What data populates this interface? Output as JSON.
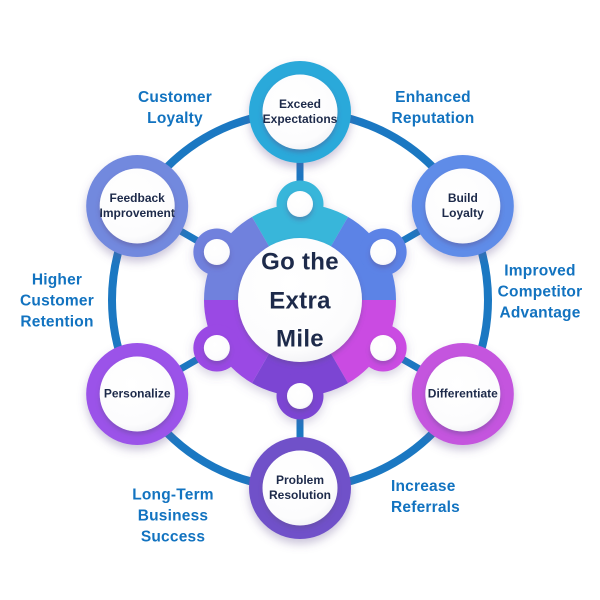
{
  "diagram": {
    "title": "Go the\nExtra\nMile",
    "colors": {
      "connector": "#1b78c2",
      "label_text": "#1273c0",
      "dark_text": "#1d2a4a"
    },
    "nodes": [
      {
        "id": "exceed-expectations",
        "label": "Exceed\nExpectations",
        "angle": 90,
        "ring_color": "#2ba9da",
        "segment_color": "#38b6da"
      },
      {
        "id": "build-loyalty",
        "label": "Build\nLoyalty",
        "angle": 30,
        "ring_color": "#5f8ce8",
        "segment_color": "#5b83e6"
      },
      {
        "id": "differentiate",
        "label": "Differentiate",
        "angle": -30,
        "ring_color": "#c455de",
        "segment_color": "#ca4ce2"
      },
      {
        "id": "problem-resolution",
        "label": "Problem\nResolution",
        "angle": -90,
        "ring_color": "#6f51c9",
        "segment_color": "#7b45d3"
      },
      {
        "id": "personalize",
        "label": "Personalize",
        "angle": 210,
        "ring_color": "#9b53e9",
        "segment_color": "#9a48e4"
      },
      {
        "id": "feedback-improvement",
        "label": "Feedback\nImprovement",
        "angle": 150,
        "ring_color": "#7289de",
        "segment_color": "#6f81dd"
      }
    ],
    "outer_labels": [
      {
        "id": "customer-loyalty",
        "text": "Customer\nLoyalty"
      },
      {
        "id": "enhanced-reputation",
        "text": "Enhanced\nReputation"
      },
      {
        "id": "improved-competitor-advantage",
        "text": "Improved\nCompetitor\nAdvantage"
      },
      {
        "id": "increase-referrals",
        "text": "Increase\nReferrals"
      },
      {
        "id": "long-term-business-success",
        "text": "Long-Term\nBusiness\nSuccess"
      },
      {
        "id": "higher-customer-retention",
        "text": "Higher\nCustomer\nRetention"
      }
    ]
  }
}
